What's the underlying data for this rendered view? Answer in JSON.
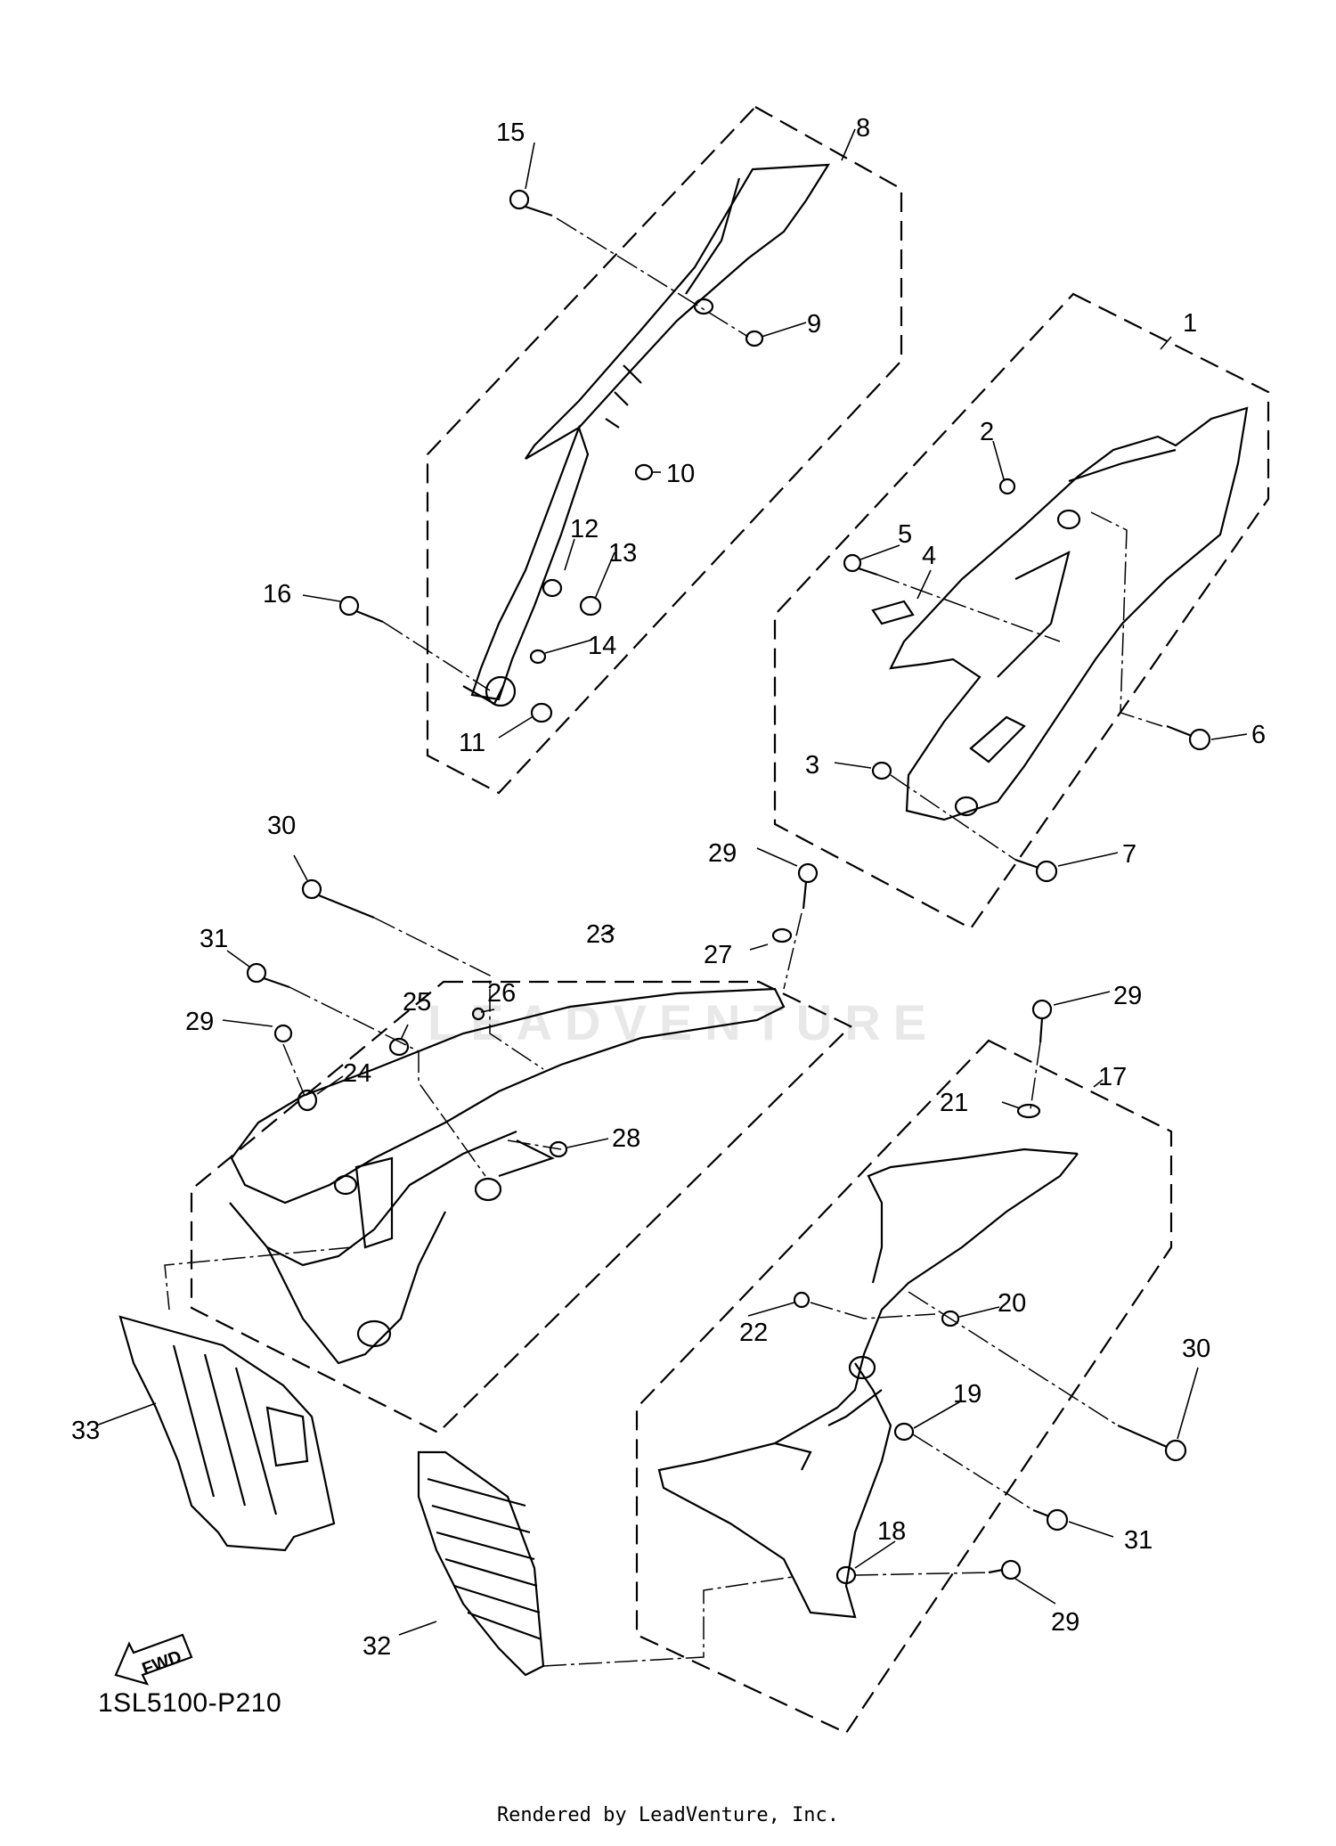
{
  "diagram_code": "1SL5100-P210",
  "footer": "Rendered by LeadVenture, Inc.",
  "watermark": "LEADVENTURE",
  "fwd_label": "FWD",
  "callouts": [
    {
      "id": "c1",
      "label": "1"
    },
    {
      "id": "c2",
      "label": "2"
    },
    {
      "id": "c3",
      "label": "3"
    },
    {
      "id": "c4",
      "label": "4"
    },
    {
      "id": "c5",
      "label": "5"
    },
    {
      "id": "c6",
      "label": "6"
    },
    {
      "id": "c7",
      "label": "7"
    },
    {
      "id": "c8",
      "label": "8"
    },
    {
      "id": "c9",
      "label": "9"
    },
    {
      "id": "c10",
      "label": "10"
    },
    {
      "id": "c11",
      "label": "11"
    },
    {
      "id": "c12",
      "label": "12"
    },
    {
      "id": "c13",
      "label": "13"
    },
    {
      "id": "c14",
      "label": "14"
    },
    {
      "id": "c15",
      "label": "15"
    },
    {
      "id": "c16",
      "label": "16"
    },
    {
      "id": "c17",
      "label": "17"
    },
    {
      "id": "c18",
      "label": "18"
    },
    {
      "id": "c19",
      "label": "19"
    },
    {
      "id": "c20",
      "label": "20"
    },
    {
      "id": "c21",
      "label": "21"
    },
    {
      "id": "c22",
      "label": "22"
    },
    {
      "id": "c23",
      "label": "23"
    },
    {
      "id": "c24",
      "label": "24"
    },
    {
      "id": "c25",
      "label": "25"
    },
    {
      "id": "c26",
      "label": "26"
    },
    {
      "id": "c27",
      "label": "27"
    },
    {
      "id": "c28",
      "label": "28"
    },
    {
      "id": "c29a",
      "label": "29"
    },
    {
      "id": "c29b",
      "label": "29"
    },
    {
      "id": "c29c",
      "label": "29"
    },
    {
      "id": "c29d",
      "label": "29"
    },
    {
      "id": "c30a",
      "label": "30"
    },
    {
      "id": "c30b",
      "label": "30"
    },
    {
      "id": "c31a",
      "label": "31"
    },
    {
      "id": "c31b",
      "label": "31"
    },
    {
      "id": "c32",
      "label": "32"
    },
    {
      "id": "c33",
      "label": "33"
    }
  ]
}
